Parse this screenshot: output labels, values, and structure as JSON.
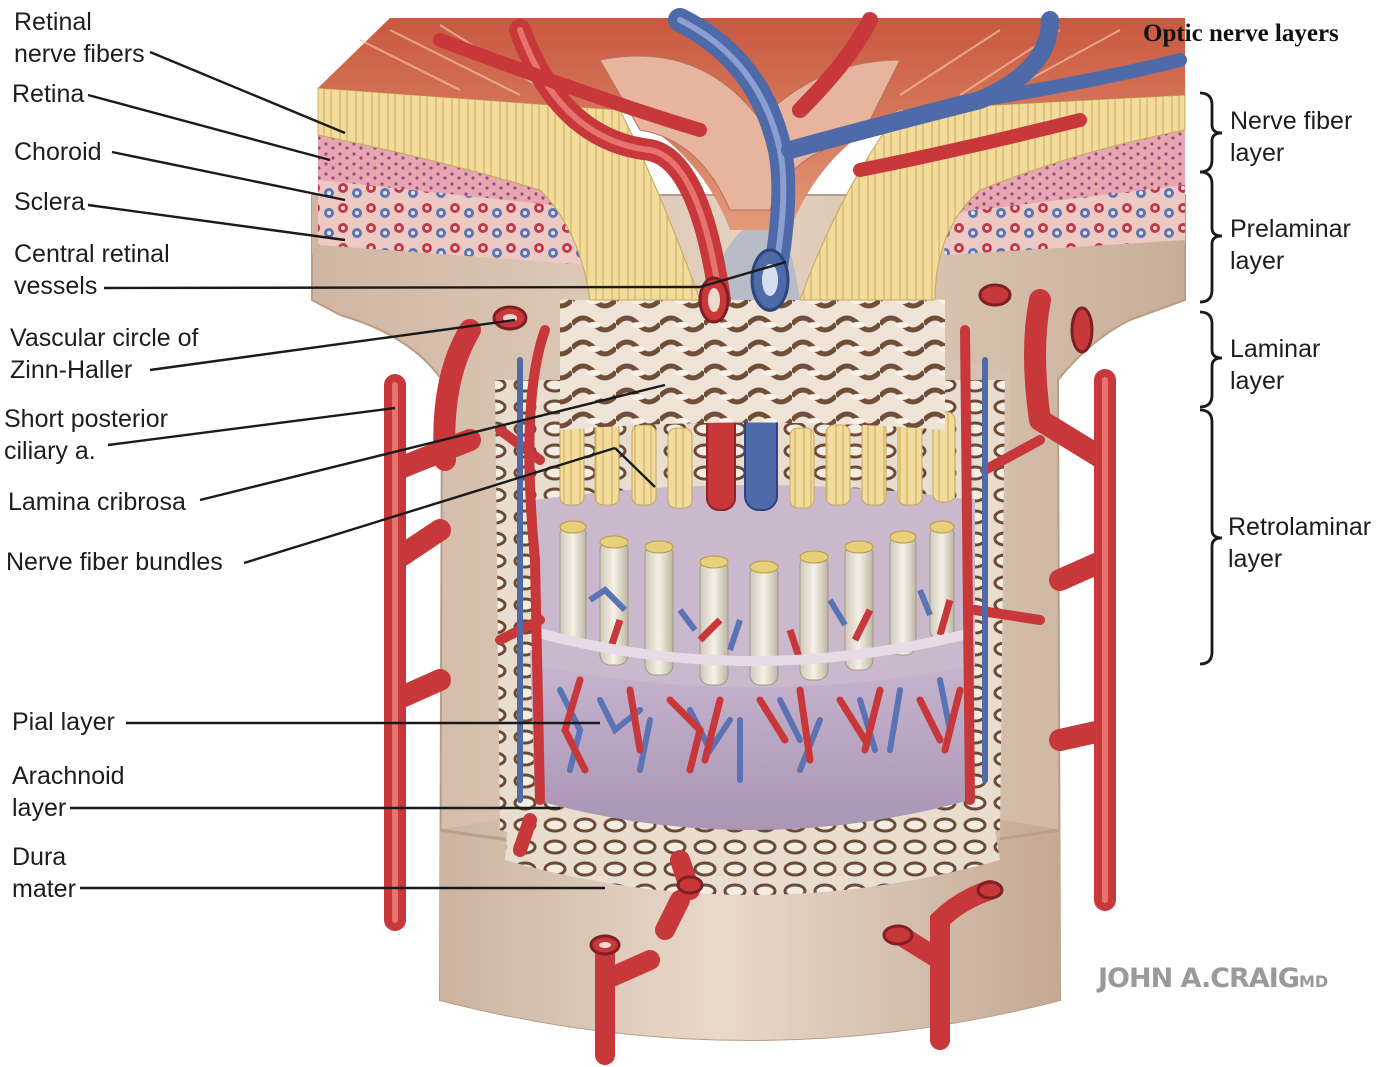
{
  "title": "Optic nerve layers",
  "left_labels": {
    "retinal_nerve_fibers": [
      "Retinal",
      "nerve fibers"
    ],
    "retina": "Retina",
    "choroid": "Choroid",
    "sclera": "Sclera",
    "central_retinal_vessels": [
      "Central retinal",
      "vessels"
    ],
    "vascular_circle": [
      "Vascular circle of",
      "Zinn-Haller"
    ],
    "short_posterior_ciliary": [
      "Short posterior",
      "ciliary a."
    ],
    "lamina_cribrosa": "Lamina cribrosa",
    "nerve_fiber_bundles": "Nerve fiber bundles",
    "pial_layer": "Pial layer",
    "arachnoid_layer": [
      "Arachnoid",
      "layer"
    ],
    "dura_mater": [
      "Dura",
      "mater"
    ]
  },
  "right_labels": {
    "nerve_fiber_layer": [
      "Nerve fiber",
      "layer"
    ],
    "prelaminar_layer": [
      "Prelaminar",
      "layer"
    ],
    "laminar_layer": [
      "Laminar",
      "layer"
    ],
    "retrolaminar_layer": [
      "Retrolaminar",
      "layer"
    ]
  },
  "signature": {
    "name": "JOHN A.CRAIG",
    "suffix": "MD"
  },
  "colors": {
    "artery": "#c8373a",
    "vein": "#4f6aa8",
    "sclera": "#dcc6b4",
    "retina_nerve": "#ecd9a0",
    "choroid": "#e3a4a8",
    "muscle": "#d97a5a",
    "lamina": "#7a5a44"
  }
}
